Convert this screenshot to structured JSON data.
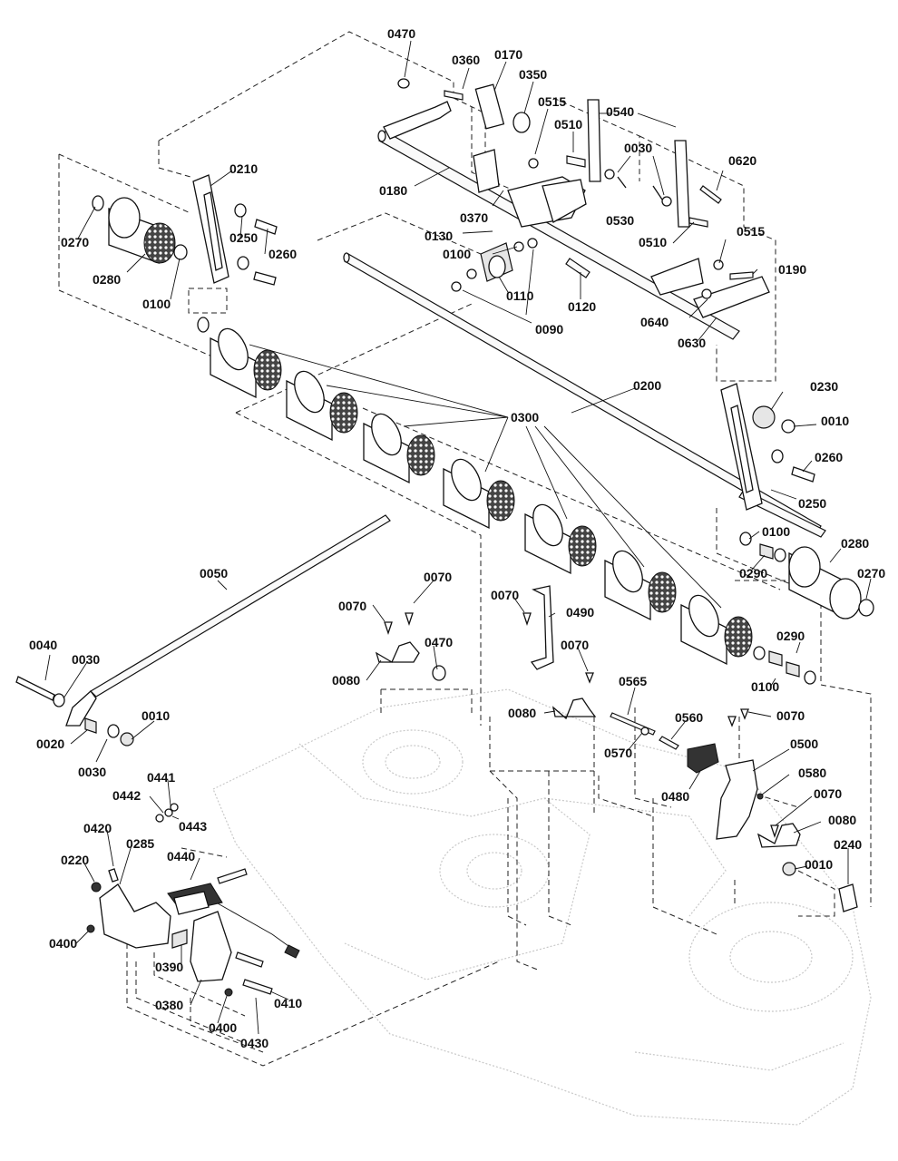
{
  "callouts": [
    {
      "id": "c0470a",
      "text": "0470"
    },
    {
      "id": "c0360",
      "text": "0360"
    },
    {
      "id": "c0170",
      "text": "0170"
    },
    {
      "id": "c0350",
      "text": "0350"
    },
    {
      "id": "c0540",
      "text": "0540"
    },
    {
      "id": "c0515a",
      "text": "0515"
    },
    {
      "id": "c0510a",
      "text": "0510"
    },
    {
      "id": "c0030a",
      "text": "0030"
    },
    {
      "id": "c0620",
      "text": "0620"
    },
    {
      "id": "c0210",
      "text": "0210"
    },
    {
      "id": "c0180",
      "text": "0180"
    },
    {
      "id": "c0530",
      "text": "0530"
    },
    {
      "id": "c0370",
      "text": "0370"
    },
    {
      "id": "c0270a",
      "text": "0270"
    },
    {
      "id": "c0250a",
      "text": "0250"
    },
    {
      "id": "c0260a",
      "text": "0260"
    },
    {
      "id": "c0130",
      "text": "0130"
    },
    {
      "id": "c0510b",
      "text": "0510"
    },
    {
      "id": "c0515b",
      "text": "0515"
    },
    {
      "id": "c0280a",
      "text": "0280"
    },
    {
      "id": "c0100a",
      "text": "0100"
    },
    {
      "id": "c0190",
      "text": "0190"
    },
    {
      "id": "c0110",
      "text": "0110"
    },
    {
      "id": "c0100b",
      "text": "0100"
    },
    {
      "id": "c0120",
      "text": "0120"
    },
    {
      "id": "c0090",
      "text": "0090"
    },
    {
      "id": "c0640",
      "text": "0640"
    },
    {
      "id": "c0630",
      "text": "0630"
    },
    {
      "id": "c0200",
      "text": "0200"
    },
    {
      "id": "c0230",
      "text": "0230"
    },
    {
      "id": "c0300",
      "text": "0300"
    },
    {
      "id": "c0010a",
      "text": "0010"
    },
    {
      "id": "c0260b",
      "text": "0260"
    },
    {
      "id": "c0250b",
      "text": "0250"
    },
    {
      "id": "c0100c",
      "text": "0100"
    },
    {
      "id": "c0280b",
      "text": "0280"
    },
    {
      "id": "c0050",
      "text": "0050"
    },
    {
      "id": "c0070a",
      "text": "0070"
    },
    {
      "id": "c0270b",
      "text": "0270"
    },
    {
      "id": "c0290a",
      "text": "0290"
    },
    {
      "id": "c0070b",
      "text": "0070"
    },
    {
      "id": "c0070c",
      "text": "0070"
    },
    {
      "id": "c0490",
      "text": "0490"
    },
    {
      "id": "c0040",
      "text": "0040"
    },
    {
      "id": "c0470b",
      "text": "0470"
    },
    {
      "id": "c0070d",
      "text": "0070"
    },
    {
      "id": "c0290b",
      "text": "0290"
    },
    {
      "id": "c0030b",
      "text": "0030"
    },
    {
      "id": "c0080a",
      "text": "0080"
    },
    {
      "id": "c0565",
      "text": "0565"
    },
    {
      "id": "c0100d",
      "text": "0100"
    },
    {
      "id": "c0010b",
      "text": "0010"
    },
    {
      "id": "c0080b",
      "text": "0080"
    },
    {
      "id": "c0560",
      "text": "0560"
    },
    {
      "id": "c0070e",
      "text": "0070"
    },
    {
      "id": "c0020",
      "text": "0020"
    },
    {
      "id": "c0570",
      "text": "0570"
    },
    {
      "id": "c0500",
      "text": "0500"
    },
    {
      "id": "c0030c",
      "text": "0030"
    },
    {
      "id": "c0441",
      "text": "0441"
    },
    {
      "id": "c0442",
      "text": "0442"
    },
    {
      "id": "c0580",
      "text": "0580"
    },
    {
      "id": "c0480",
      "text": "0480"
    },
    {
      "id": "c0443",
      "text": "0443"
    },
    {
      "id": "c0070f",
      "text": "0070"
    },
    {
      "id": "c0420",
      "text": "0420"
    },
    {
      "id": "c0080c",
      "text": "0080"
    },
    {
      "id": "c0285",
      "text": "0285"
    },
    {
      "id": "c0440",
      "text": "0440"
    },
    {
      "id": "c0220",
      "text": "0220"
    },
    {
      "id": "c0240",
      "text": "0240"
    },
    {
      "id": "c0010c",
      "text": "0010"
    },
    {
      "id": "c0400a",
      "text": "0400"
    },
    {
      "id": "c0390",
      "text": "0390"
    },
    {
      "id": "c0410",
      "text": "0410"
    },
    {
      "id": "c0380",
      "text": "0380"
    },
    {
      "id": "c0400b",
      "text": "0400"
    },
    {
      "id": "c0430",
      "text": "0430"
    }
  ]
}
